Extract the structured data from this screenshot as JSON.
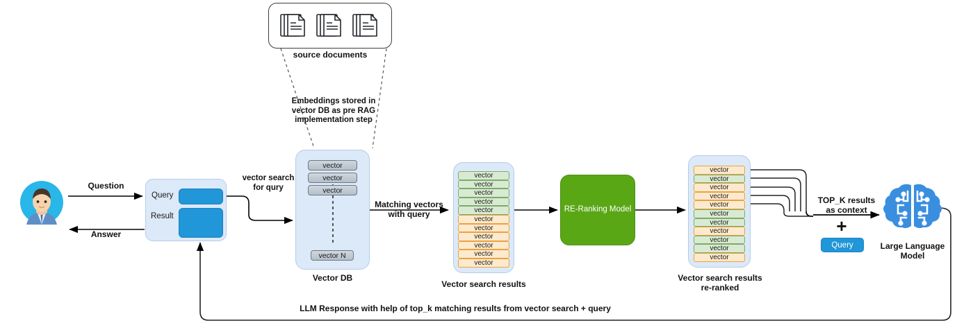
{
  "diagram": {
    "title": "RAG pipeline with re-ranking",
    "colors": {
      "panel_fill": "#dce9f8",
      "panel_border": "#b6cbe6",
      "blue_accent": "#2196d8",
      "green_model": "#5aa716",
      "chip_green_fill": "#d9ead3",
      "chip_green_border": "#7cab68",
      "chip_orange_fill": "#fde9cd",
      "chip_orange_border": "#e8a33d",
      "vector_gray_fill": "#c3ccd5",
      "vector_gray_border": "#6d7782",
      "arrow": "#000000",
      "avatar_circle": "#29b6e8"
    }
  },
  "source_documents": {
    "label": "source documents",
    "icon_count": 3,
    "icon_name": "document-stack-icon"
  },
  "embeddings_note": {
    "text": "Embeddings stored in\nvector DB as pre RAG\nimplementation step"
  },
  "vector_db": {
    "label": "Vector DB",
    "rows": [
      "vector",
      "vector",
      "vector"
    ],
    "last_row": "vector N",
    "divider": "dashed"
  },
  "user": {
    "avatar_name": "user-avatar",
    "question_label": "Question",
    "answer_label": "Answer",
    "query_label": "Query",
    "result_label": "Result"
  },
  "edges": {
    "vector_search": "vector search\nfor qury",
    "matching_vectors": "Matching vectors\nwith query",
    "top_k": "TOP_K results\nas context",
    "plus": "+",
    "feedback": "LLM Response with help of top_k matching results from vector search + query"
  },
  "vector_search_results": {
    "label": "Vector search results",
    "rows": [
      {
        "text": "vector",
        "color": "green"
      },
      {
        "text": "vector",
        "color": "green"
      },
      {
        "text": "vector",
        "color": "green"
      },
      {
        "text": "vector",
        "color": "green"
      },
      {
        "text": "vector",
        "color": "green"
      },
      {
        "text": "vector",
        "color": "orange"
      },
      {
        "text": "vector",
        "color": "orange"
      },
      {
        "text": "vector",
        "color": "orange"
      },
      {
        "text": "vector",
        "color": "orange"
      },
      {
        "text": "vector",
        "color": "orange"
      },
      {
        "text": "vector",
        "color": "orange"
      }
    ]
  },
  "reranking_model": {
    "label": "RE-Ranking\nModel"
  },
  "reranked_results": {
    "label": "Vector search results\nre-ranked",
    "top_k_count": 5,
    "rows": [
      {
        "text": "vector",
        "color": "orange"
      },
      {
        "text": "vector",
        "color": "green"
      },
      {
        "text": "vector",
        "color": "orange"
      },
      {
        "text": "vector",
        "color": "orange"
      },
      {
        "text": "vector",
        "color": "orange"
      },
      {
        "text": "vector",
        "color": "green"
      },
      {
        "text": "vector",
        "color": "green"
      },
      {
        "text": "vector",
        "color": "orange"
      },
      {
        "text": "vector",
        "color": "green"
      },
      {
        "text": "vector",
        "color": "green"
      },
      {
        "text": "vector",
        "color": "orange"
      }
    ]
  },
  "llm": {
    "label": "Large Language\nModel",
    "icon_name": "brain-circuit-icon",
    "query_chip": "Query"
  }
}
